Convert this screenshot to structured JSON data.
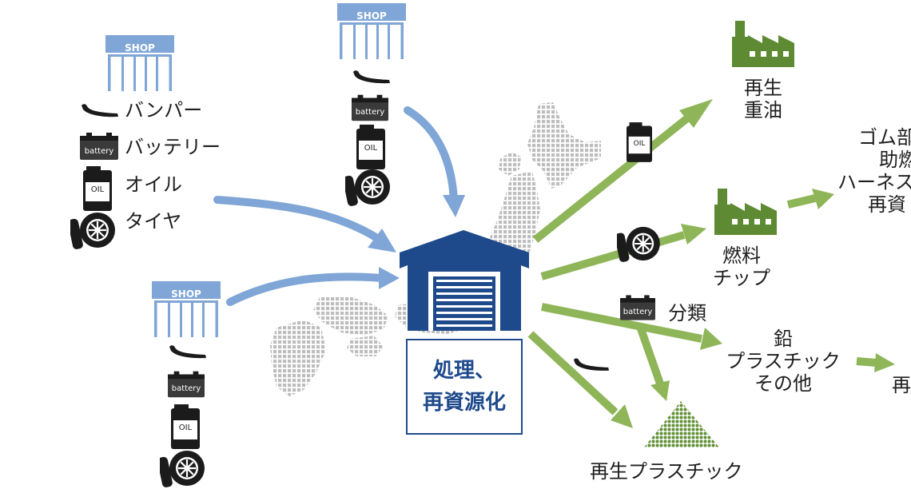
{
  "shop_label": "SHOP",
  "battery_label": "battery",
  "oil_label": "OIL",
  "legend": {
    "bumper": "バンパー",
    "battery": "バッテリー",
    "oil": "オイル",
    "tire": "タイヤ"
  },
  "center": {
    "line1": "処理、",
    "line2": "再資源化"
  },
  "outputs": {
    "heavy_oil": {
      "line1": "再生",
      "line2": "重油"
    },
    "fuel_chip": {
      "line1": "燃料",
      "line2": "チップ"
    },
    "rubber": {
      "line1": "ゴム部",
      "line2": "助燃",
      "line3": "ハーネス",
      "line4": "再資"
    },
    "sort": "分類",
    "lead": {
      "line1": "鉛",
      "line2": "プラスチック",
      "line3": "その他"
    },
    "re_partial": "再",
    "recycled_plastic": "再生プラスチック"
  },
  "colors": {
    "shop_blue": "#7fa6d6",
    "arrow_blue": "#7fa6d6",
    "arrow_green": "#8fb559",
    "factory_green": "#5d8a32",
    "pile_green": "#5e8f32",
    "warehouse_blue": "#1e4a8c",
    "map_gray": "#bdbdbd",
    "icon_dark": "#1b1b1b"
  }
}
